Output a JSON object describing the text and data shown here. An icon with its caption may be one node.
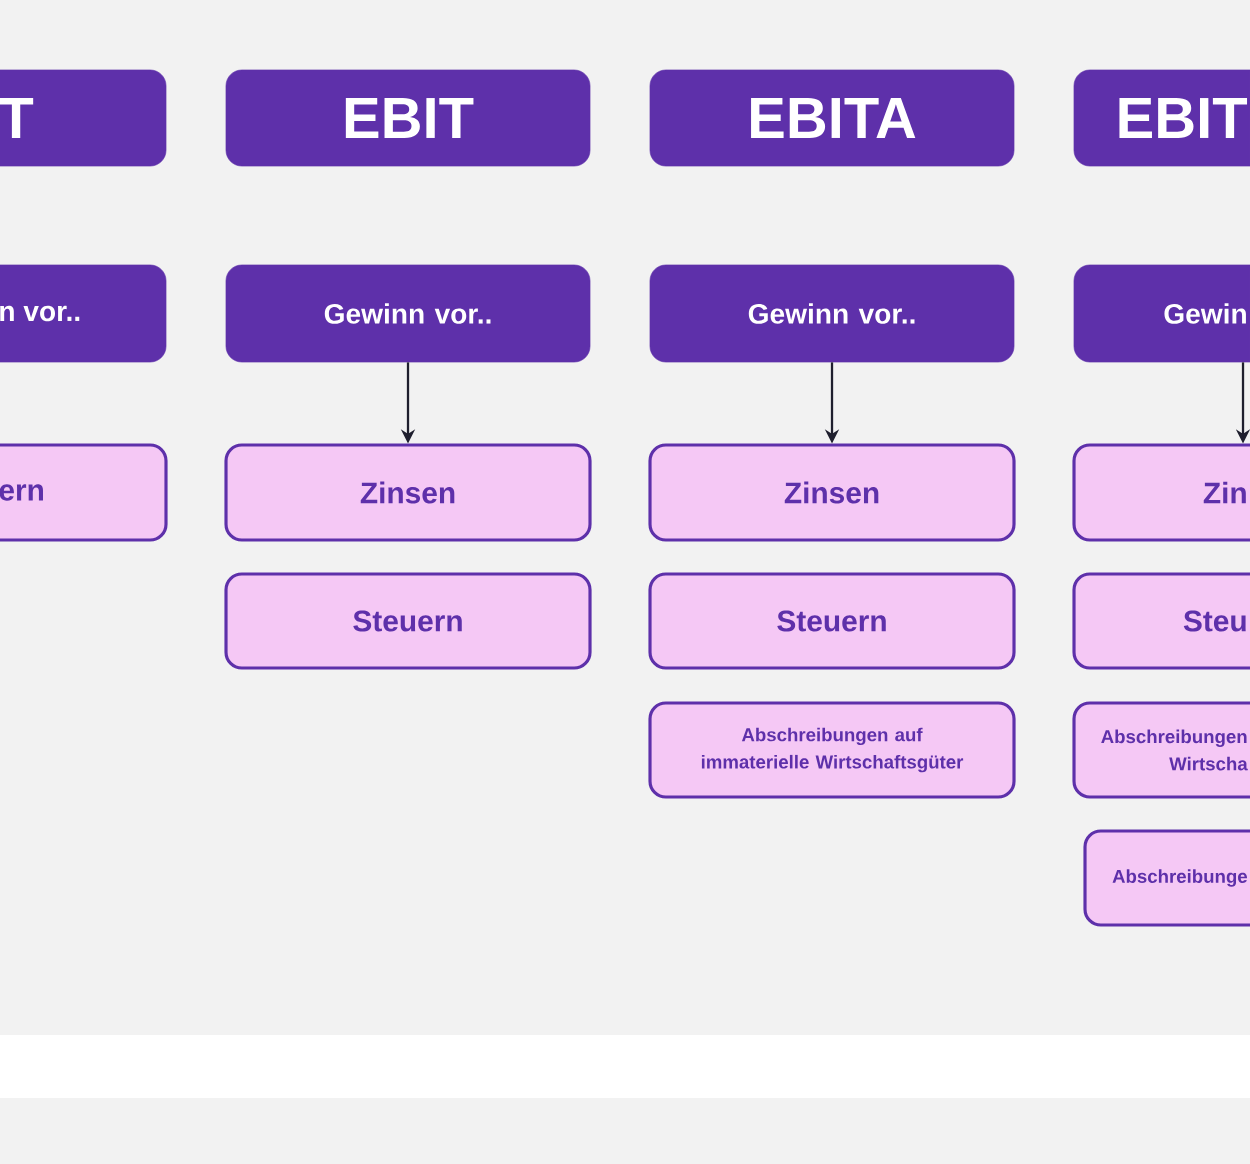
{
  "diagram": {
    "nodes": [
      {
        "text": [
          "T"
        ]
      },
      {
        "text": [
          "n vor.."
        ]
      },
      {
        "text": [
          "ern"
        ]
      },
      {
        "text": [
          "EBIT"
        ]
      },
      {
        "text": [
          "Gewinn vor.."
        ]
      },
      {
        "text": [
          "Zinsen"
        ]
      },
      {
        "text": [
          "Steuern"
        ]
      },
      {
        "text": [
          "EBITA"
        ]
      },
      {
        "text": [
          "Gewinn vor.."
        ]
      },
      {
        "text": [
          "Zinsen"
        ]
      },
      {
        "text": [
          "Steuern"
        ]
      },
      {
        "text": [
          "Abschreibungen auf immaterielle Wirtschaftsgüter"
        ]
      },
      {
        "text": [
          "EBIT"
        ]
      },
      {
        "text": [
          "Gewin"
        ]
      },
      {
        "text": [
          "Zin"
        ]
      },
      {
        "text": [
          "Steu"
        ]
      },
      {
        "text": [
          "Abschreibungen Wirtscha"
        ]
      },
      {
        "text": [
          "Abschreibunge"
        ]
      }
    ],
    "edges": [
      {
        "from": 4,
        "to": 5,
        "arrow": "to"
      },
      {
        "from": 8,
        "to": 9,
        "arrow": "to"
      },
      {
        "from": 13,
        "to": 14,
        "arrow": "to"
      }
    ]
  }
}
